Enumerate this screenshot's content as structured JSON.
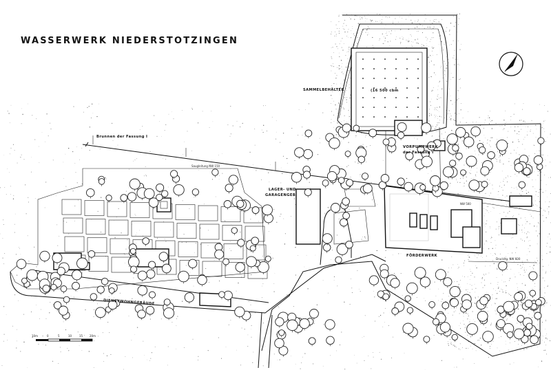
{
  "title": "WASSERWERK  NIEDERSTOTZINGEN",
  "labels": {
    "brunnen": "Brunnen der Fassung I",
    "saugleitung": "Saugleitung NW 150",
    "lager": "LAGER- UND",
    "garagengeb": "GARAGENGEB.",
    "sammelbehaelter": "SAMMELBEHÄLTER",
    "volume": "(16 500 cbm",
    "vorpumpwerk": "VORPUMPWERK",
    "fassung": "der Fassung I",
    "nw500": "NW 500",
    "foerderwerk": "FÖRDERWERK",
    "dienstwohngebaeude": "DIENSTWOHNGEBÄUDE",
    "druckltg": "Druckltg. NW 600"
  },
  "scale_bar": {
    "ticks": [
      "10m",
      "0",
      "5",
      "10",
      "15",
      "20m"
    ]
  },
  "icons": {
    "north": "north-arrow-icon"
  }
}
